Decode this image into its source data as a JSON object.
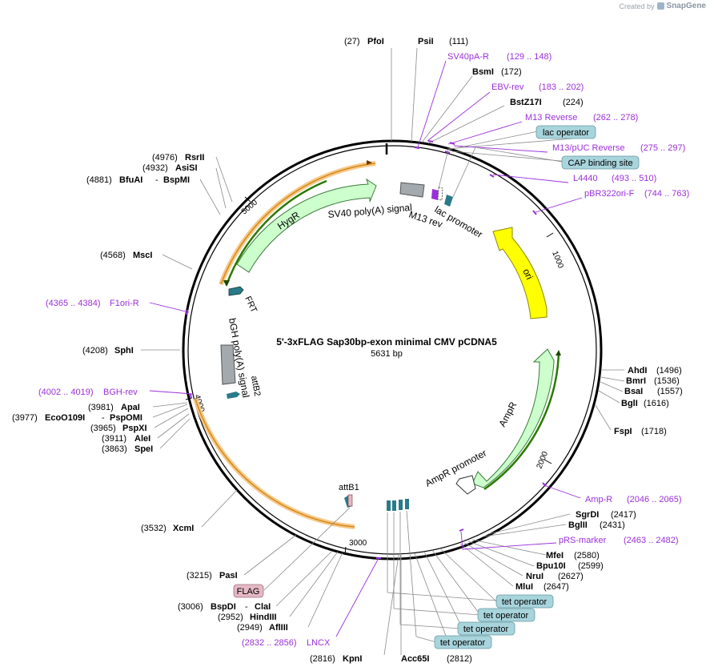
{
  "credit": {
    "prefix": "Created by",
    "brand": "SnapGene"
  },
  "plasmid": {
    "name": "5'-3xFLAG Sap30bp-exon minimal CMV pCDNA5",
    "size_label": "5631 bp",
    "length": 5631
  },
  "ticks": [
    "1000",
    "2000",
    "3000",
    "4000",
    "5000"
  ],
  "sites": [
    {
      "name": "PfoI",
      "pos": "(27)"
    },
    {
      "name": "PsiI",
      "pos": "(111)"
    },
    {
      "name": "BsmI",
      "pos": "(172)"
    },
    {
      "name": "BstZ17I",
      "pos": "(224)"
    },
    {
      "name": "AhdI",
      "pos": "(1496)"
    },
    {
      "name": "BmrI",
      "pos": "(1536)"
    },
    {
      "name": "BsaI",
      "pos": "(1557)"
    },
    {
      "name": "BglI",
      "pos": "(1616)"
    },
    {
      "name": "FspI",
      "pos": "(1718)"
    },
    {
      "name": "SgrDI",
      "pos": "(2417)"
    },
    {
      "name": "BglII",
      "pos": "(2431)"
    },
    {
      "name": "MfeI",
      "pos": "(2580)"
    },
    {
      "name": "Bpu10I",
      "pos": "(2599)"
    },
    {
      "name": "NruI",
      "pos": "(2627)"
    },
    {
      "name": "MluI",
      "pos": "(2647)"
    },
    {
      "name": "Acc65I",
      "pos": "(2812)"
    },
    {
      "name": "KpnI",
      "pos": "(2816)"
    },
    {
      "name": "AflIII",
      "pos": "(2949)"
    },
    {
      "name": "HindIII",
      "pos": "(2952)"
    },
    {
      "name": "BspDI",
      "pos": "(3006)",
      "name2": "ClaI"
    },
    {
      "name": "PasI",
      "pos": "(3215)"
    },
    {
      "name": "XcmI",
      "pos": "(3532)"
    },
    {
      "name": "SpeI",
      "pos": "(3863)"
    },
    {
      "name": "AleI",
      "pos": "(3911)"
    },
    {
      "name": "PspXI",
      "pos": "(3965)"
    },
    {
      "name": "EcoO109I",
      "pos": "(3977)",
      "name2": "PspOMI"
    },
    {
      "name": "ApaI",
      "pos": "(3981)"
    },
    {
      "name": "SphI",
      "pos": "(4208)"
    },
    {
      "name": "MscI",
      "pos": "(4568)"
    },
    {
      "name": "BfuAI",
      "pos": "(4881)",
      "name2": "BspMI"
    },
    {
      "name": "AsiSI",
      "pos": "(4932)"
    },
    {
      "name": "RsrII",
      "pos": "(4976)"
    }
  ],
  "primers": [
    {
      "name": "SV40pA-R",
      "range": "(129 .. 148)"
    },
    {
      "name": "EBV-rev",
      "range": "(183 .. 202)"
    },
    {
      "name": "M13 Reverse",
      "range": "(262 .. 278)"
    },
    {
      "name": "M13/pUC Reverse",
      "range": "(275 .. 297)"
    },
    {
      "name": "L4440",
      "range": "(493 .. 510)"
    },
    {
      "name": "pBR322ori-F",
      "range": "(744 .. 763)"
    },
    {
      "name": "Amp-R",
      "range": "(2046 .. 2065)"
    },
    {
      "name": "pRS-marker",
      "range": "(2463 .. 2482)"
    },
    {
      "name": "LNCX",
      "range": "(2832 .. 2856)"
    },
    {
      "name": "BGH-rev",
      "range": "(4002 .. 4019)"
    },
    {
      "name": "F1ori-R",
      "range": "(4365 .. 4384)"
    }
  ],
  "boxed_features": [
    {
      "name": "lac operator",
      "color": "#a8d4dc"
    },
    {
      "name": "CAP binding site",
      "color": "#a8d4dc"
    },
    {
      "name": "tet operator",
      "color": "#a8d4dc"
    },
    {
      "name": "tet operator",
      "color": "#a8d4dc"
    },
    {
      "name": "tet operator",
      "color": "#a8d4dc"
    },
    {
      "name": "tet operator",
      "color": "#a8d4dc"
    },
    {
      "name": "FLAG",
      "color": "#e4b8c4"
    }
  ],
  "features": [
    {
      "name": "HygR"
    },
    {
      "name": "SV40 poly(A) signal"
    },
    {
      "name": "M13 rev"
    },
    {
      "name": "lac promoter"
    },
    {
      "name": "ori"
    },
    {
      "name": "AmpR"
    },
    {
      "name": "AmpR promoter"
    },
    {
      "name": "attB1"
    },
    {
      "name": "attB2"
    },
    {
      "name": "bGH poly(A) signal"
    },
    {
      "name": "FRT"
    }
  ],
  "colors": {
    "primer": "#9b30d9",
    "site": "#111111",
    "ori": "#ffff00",
    "marker": "#ccffcc",
    "orange_band": "#f0a830",
    "green_line": "#2a7a00",
    "teal": "#2a7a8a",
    "grey": "#a3a9ad"
  }
}
